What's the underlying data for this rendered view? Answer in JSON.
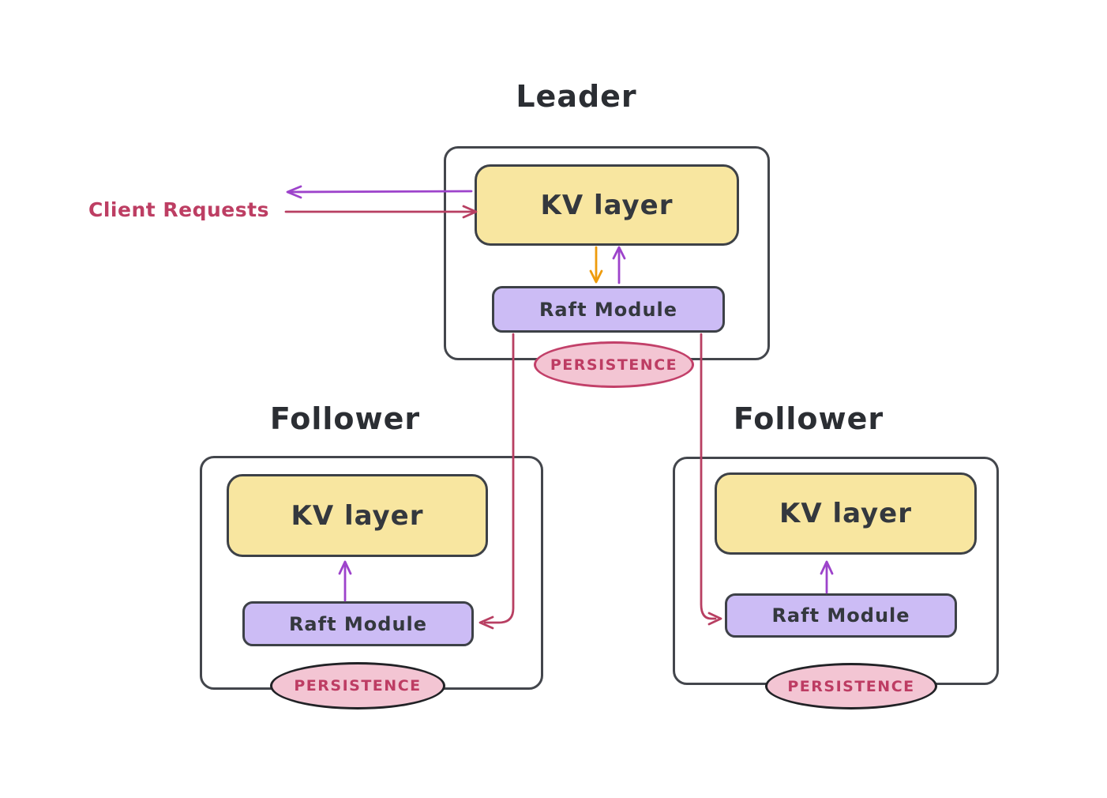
{
  "diagram_type": "raft-kv-replication-architecture",
  "colors": {
    "background": "#ffffff",
    "box_stroke": "#3d4147",
    "kv_fill": "#f8e6a0",
    "raft_fill": "#ccbcf5",
    "persistence_fill": "#f3c5d3",
    "persistence_stroke_leader": "#c24069",
    "persistence_stroke_follower": "#212226",
    "crimson": "#bd3e63",
    "purple_arrow": "#9d43cb",
    "orange_arrow": "#ee9b0c",
    "text_dark": "#2b2e33"
  },
  "client": {
    "label": "Client Requests"
  },
  "nodes": {
    "leader": {
      "title": "Leader",
      "kv": "KV layer",
      "raft": "Raft Module",
      "persistence": "PERSISTENCE"
    },
    "follower_left": {
      "title": "Follower",
      "kv": "KV layer",
      "raft": "Raft Module",
      "persistence": "PERSISTENCE"
    },
    "follower_right": {
      "title": "Follower",
      "kv": "KV layer",
      "raft": "Raft Module",
      "persistence": "PERSISTENCE"
    }
  },
  "edges": {
    "client_response": "purple arrow from leader KV layer to client (left)",
    "client_request": "crimson arrow from client to leader KV layer (right)",
    "leader_kv_to_raft": "orange arrow down",
    "leader_raft_to_kv": "purple arrow up",
    "leader_raft_to_follower_left_raft": "crimson replication line",
    "leader_raft_to_follower_right_raft": "crimson replication line",
    "follower_left_raft_to_kv": "purple arrow up",
    "follower_right_raft_to_kv": "purple arrow up"
  }
}
